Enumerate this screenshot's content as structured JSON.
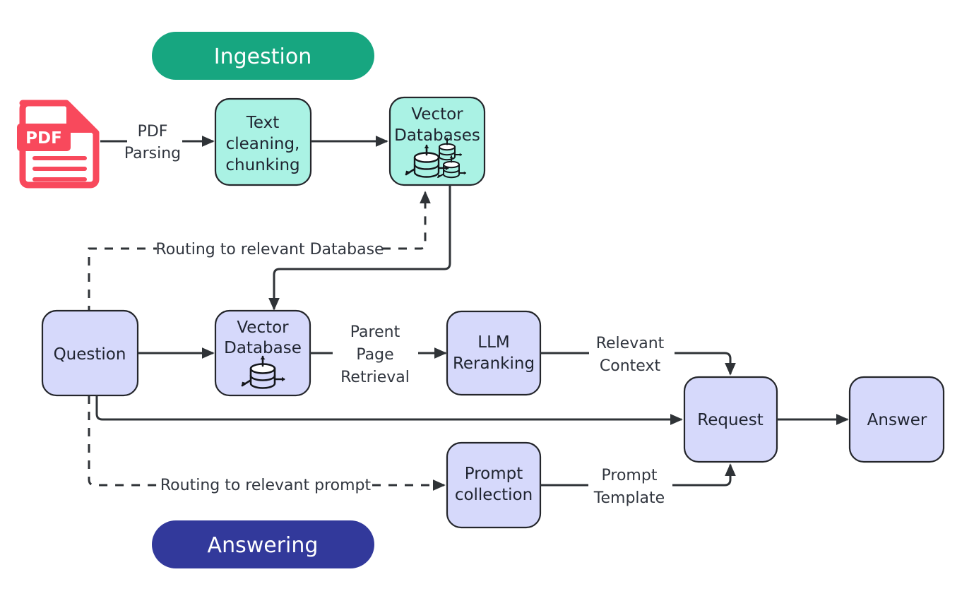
{
  "diagram": {
    "title_visible": false,
    "phases": [
      {
        "id": "ingestion",
        "label": "Ingestion",
        "color": "#17a680",
        "text_color": "#ffffff"
      },
      {
        "id": "answering",
        "label": "Answering",
        "color": "#32399b",
        "text_color": "#ffffff"
      }
    ],
    "colors": {
      "mint_fill": "#aaf2e4",
      "lavender_fill": "#d6d9fb",
      "node_stroke": "#24262b",
      "edge_stroke": "#2f3337",
      "pdf_red": "#f8495c",
      "text": "#1f2430"
    },
    "nodes": [
      {
        "id": "pdf",
        "label": "PDF",
        "kind": "pdf-icon",
        "fill": "#f8495c"
      },
      {
        "id": "text-cleaning",
        "label": "Text cleaning, chunking",
        "lines": [
          "Text",
          "cleaning,",
          "chunking"
        ],
        "kind": "mint-box"
      },
      {
        "id": "vector-databases",
        "label": "Vector Databases",
        "lines": [
          "Vector",
          "Databases"
        ],
        "kind": "mint-box",
        "icon": "multi-database-icon"
      },
      {
        "id": "question",
        "label": "Question",
        "lines": [
          "Question"
        ],
        "kind": "lavender-box"
      },
      {
        "id": "vector-database",
        "label": "Vector Database",
        "lines": [
          "Vector",
          "Database"
        ],
        "kind": "lavender-box",
        "icon": "database-icon"
      },
      {
        "id": "llm-reranking",
        "label": "LLM Reranking",
        "lines": [
          "LLM",
          "Reranking"
        ],
        "kind": "lavender-box"
      },
      {
        "id": "prompt-collection",
        "label": "Prompt collection",
        "lines": [
          "Prompt",
          "collection"
        ],
        "kind": "lavender-box"
      },
      {
        "id": "request",
        "label": "Request",
        "lines": [
          "Request"
        ],
        "kind": "lavender-box"
      },
      {
        "id": "answer",
        "label": "Answer",
        "lines": [
          "Answer"
        ],
        "kind": "lavender-box"
      }
    ],
    "edges": [
      {
        "id": "pdf-to-text",
        "label_lines": [
          "PDF",
          "Parsing"
        ],
        "style": "solid"
      },
      {
        "id": "text-to-vectordbs",
        "label_lines": [],
        "style": "solid"
      },
      {
        "id": "routing-database",
        "label_lines": [
          "Routing to relevant Database"
        ],
        "style": "dashed"
      },
      {
        "id": "vectordbs-to-vectordb",
        "label_lines": [],
        "style": "solid"
      },
      {
        "id": "question-to-vectordb",
        "label_lines": [],
        "style": "solid"
      },
      {
        "id": "vectordb-to-rerank",
        "label_lines": [
          "Parent",
          "Page",
          "Retrieval"
        ],
        "style": "solid"
      },
      {
        "id": "rerank-to-request",
        "label_lines": [
          "Relevant",
          "Context"
        ],
        "style": "solid"
      },
      {
        "id": "question-to-request",
        "label_lines": [],
        "style": "solid"
      },
      {
        "id": "routing-prompt",
        "label_lines": [
          "Routing to relevant prompt"
        ],
        "style": "dashed"
      },
      {
        "id": "prompt-to-request",
        "label_lines": [
          "Prompt",
          "Template"
        ],
        "style": "solid"
      },
      {
        "id": "request-to-answer",
        "label_lines": [],
        "style": "solid"
      }
    ]
  }
}
